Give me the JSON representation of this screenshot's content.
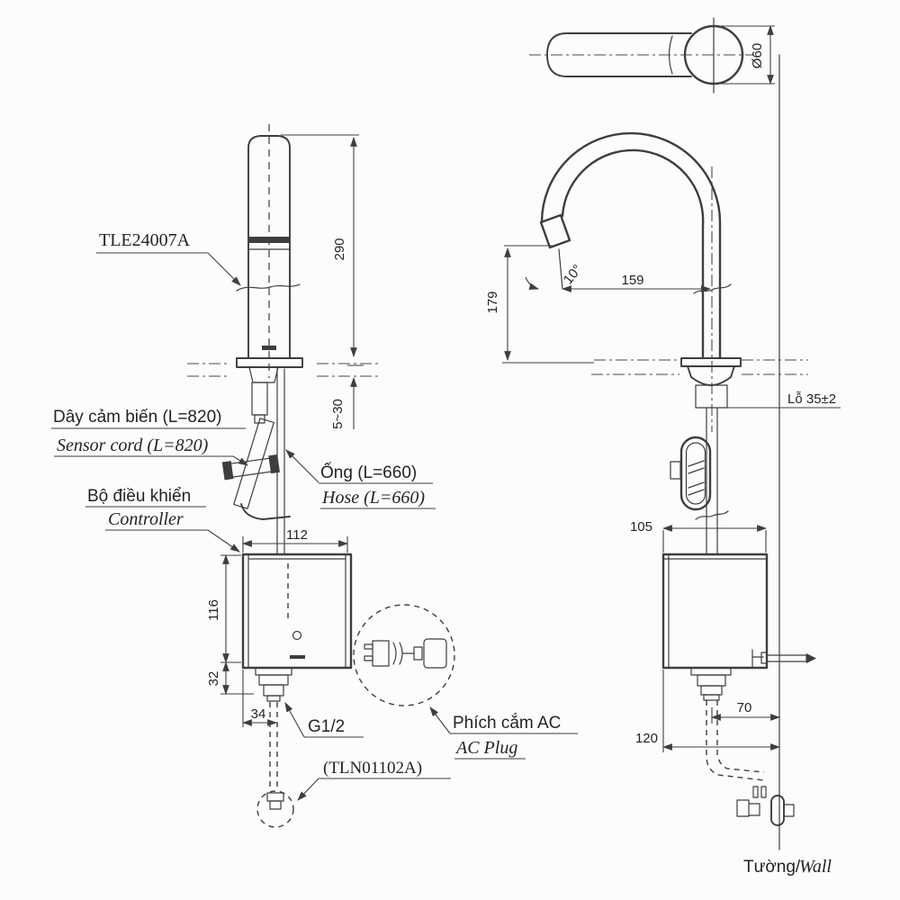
{
  "colors": {
    "line": "#3e3e3e",
    "background": "#fcfcfc"
  },
  "front_view": {
    "product_code": "TLE24007A",
    "sensor_cord_vi": "Dây cảm biến (L=820)",
    "sensor_cord_en": "Sensor cord (L=820)",
    "controller_vi": "Bộ điều khiển",
    "controller_en": "Controller",
    "hose_vi": "Ống (L=660)",
    "hose_en": "Hose (L=660)",
    "thread_label": "G1/2",
    "drain_code": "(TLN01102A)",
    "ac_plug_vi": "Phích cắm AC",
    "ac_plug_en": "AC Plug",
    "dim_total_height": "290",
    "dim_deck_thickness": "5~30",
    "dim_controller_width": "112",
    "dim_controller_height": "116",
    "dim_fitting_height": "32",
    "dim_fitting_offset": "34"
  },
  "side_view": {
    "dim_spout_diameter": "Ø60",
    "dim_spout_reach": "159",
    "dim_spout_height": "179",
    "dim_spout_angle": "10°",
    "hole_label": "Lỗ 35±2",
    "dim_controller_depth": "105",
    "dim_hose_to_wall": "70",
    "dim_controller_to_wall": "120",
    "wall_vi": "Tường/",
    "wall_en": "Wall"
  }
}
